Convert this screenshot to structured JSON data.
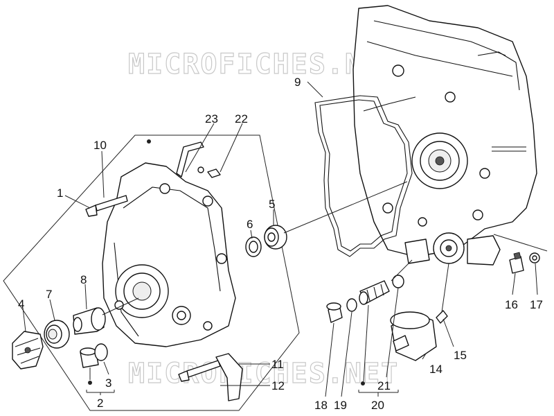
{
  "watermark": {
    "top": "MICROFICHES.NET",
    "bottom": "MICROFICHES.NET"
  },
  "callouts": {
    "c1": "1",
    "c2": "2",
    "c3": "3",
    "c4": "4",
    "c5": "5",
    "c6": "6",
    "c7": "7",
    "c8": "8",
    "c9": "9",
    "c10": "10",
    "c11": "11",
    "c12": "12",
    "c14": "14",
    "c15": "15",
    "c16": "16",
    "c17": "17",
    "c18": "18",
    "c19": "19",
    "c20": "20",
    "c21": "21",
    "c22": "22",
    "c23": "23"
  }
}
